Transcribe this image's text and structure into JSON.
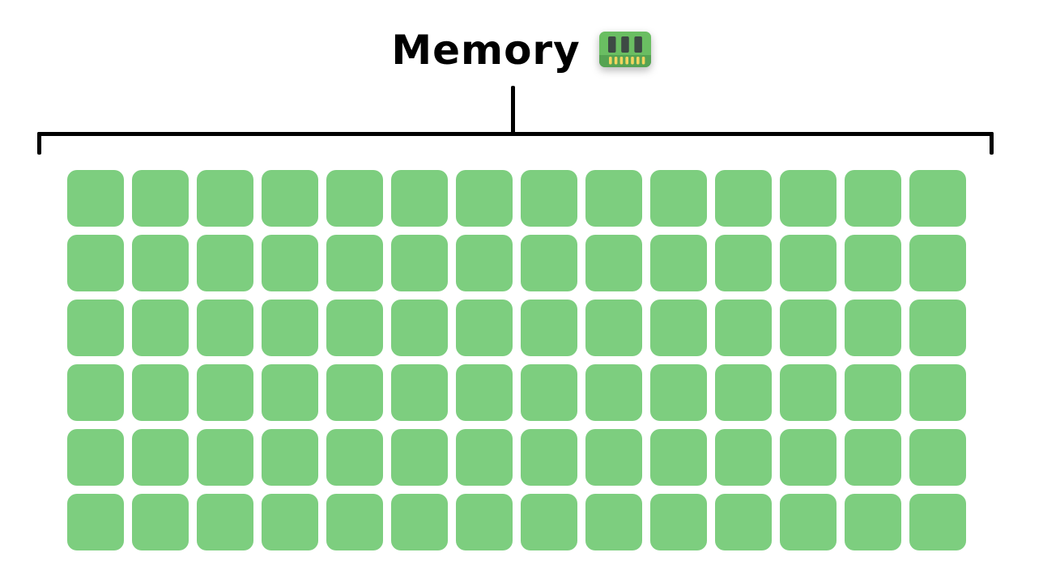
{
  "title": {
    "label": "Memory",
    "icon": "ram-icon"
  },
  "memory_grid": {
    "rows": 6,
    "columns": 14,
    "total_cells": 84,
    "cell_state": "free"
  },
  "colors": {
    "background": "#ffffff",
    "line": "#000000",
    "cell": "#7dce7f",
    "ram_body": "#6abe62",
    "ram_strip": "#55a352",
    "ram_slot": "#3e4a45",
    "ram_pin": "#f2d55f"
  }
}
